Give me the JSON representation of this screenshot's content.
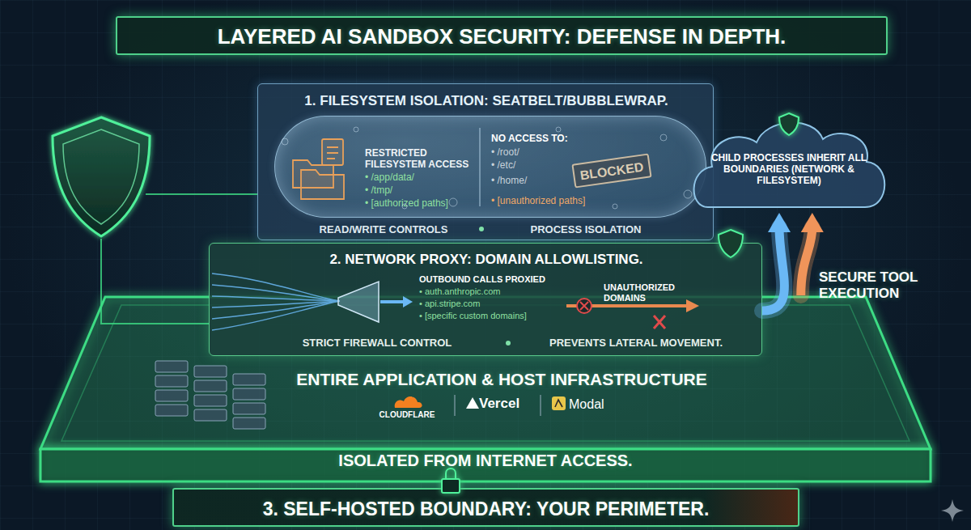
{
  "diagram": {
    "title": "LAYERED AI SANDBOX SECURITY: DEFENSE IN DEPTH.",
    "nodes": [
      {
        "text": [
          "1. FILESYSTEM ISOLATION: SEATBELT/BUBBLEWRAP.",
          "READ/WRITE CONTROLS",
          "PROCESS ISOLATION"
        ]
      },
      {
        "text": [
          "RESTRICTED FILESYSTEM ACCESS",
          "• /app/data/",
          "• /tmp/",
          "• [authorized paths]",
          "NO ACCESS TO:",
          "• /root/",
          "• /etc/",
          "• /home/",
          "• [unauthorized paths]"
        ],
        "in": 0
      },
      {
        "text": [
          "BLOCKED"
        ],
        "in": 1
      },
      {
        "text": [
          "2. NETWORK PROXY: DOMAIN ALLOWLISTING.",
          "OUTBOUND CALLS PROXIED",
          "• auth.anthropic.com",
          "• api.stripe.com",
          "• [specific custom domains]",
          "UNAUTHORIZED DOMAINS",
          "STRICT FIREWALL CONTROL",
          "PREVENTS LATERAL MOVEMENT."
        ]
      },
      {
        "text": [
          "ENTIRE APPLICATION & HOST INFRASTRUCTURE",
          "CLOUDFLARE",
          "Vercel",
          "Modal",
          "ISOLATED FROM INTERNET ACCESS."
        ]
      },
      {
        "text": [
          "3. SELF-HOSTED BOUNDARY: YOUR PERIMETER."
        ]
      },
      {
        "text": [
          "CHILD PROCESSES INHERIT ALL BOUNDARIES (NETWORK & FILESYSTEM)"
        ]
      }
    ],
    "edges": [
      {
        "from": 3,
        "to": 6,
        "arrow": "to"
      },
      {
        "from": 4,
        "to": 6,
        "label": "SECURE TOOL EXECUTION",
        "arrow": "to"
      }
    ]
  }
}
